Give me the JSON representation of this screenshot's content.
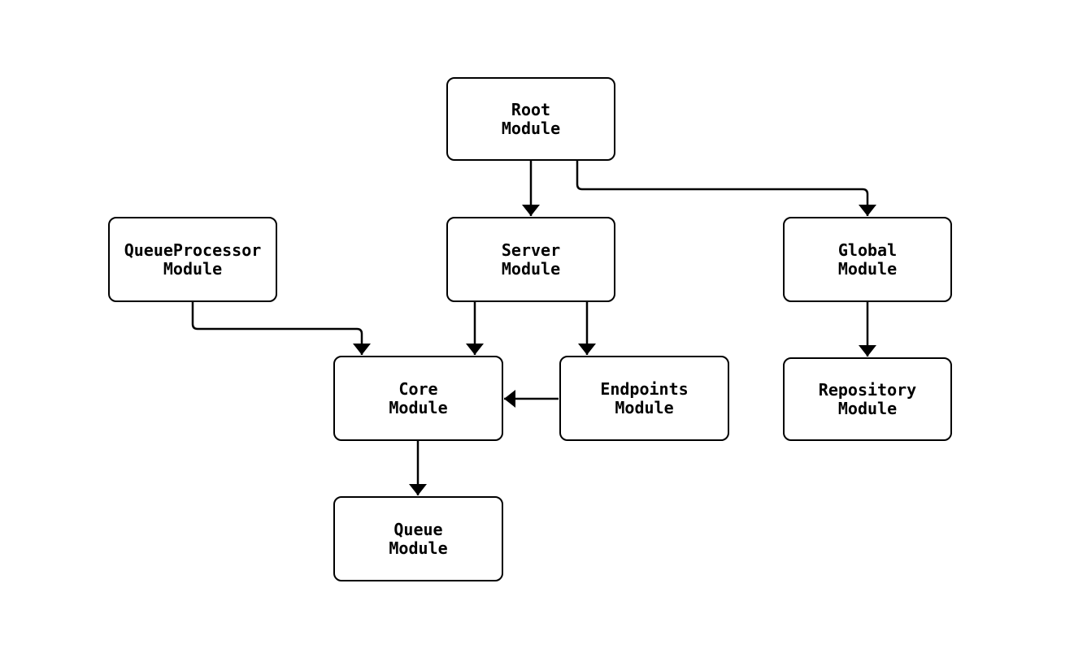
{
  "diagram": {
    "type": "flowchart",
    "background_color": "#ffffff",
    "stroke_color": "#000000",
    "text_color": "#000000",
    "node_fill_color": "#ffffff",
    "nodes": {
      "root": {
        "line1": "Root",
        "line2": "Module"
      },
      "queue_processor": {
        "line1": "QueueProcessor",
        "line2": "Module"
      },
      "server": {
        "line1": "Server",
        "line2": "Module"
      },
      "global": {
        "line1": "Global",
        "line2": "Module"
      },
      "core": {
        "line1": "Core",
        "line2": "Module"
      },
      "endpoints": {
        "line1": "Endpoints",
        "line2": "Module"
      },
      "repository": {
        "line1": "Repository",
        "line2": "Module"
      },
      "queue": {
        "line1": "Queue",
        "line2": "Module"
      }
    },
    "edges": [
      {
        "from": "Root Module",
        "to": "Server Module"
      },
      {
        "from": "Root Module",
        "to": "Global Module"
      },
      {
        "from": "QueueProcessor Module",
        "to": "Core Module"
      },
      {
        "from": "Server Module",
        "to": "Core Module"
      },
      {
        "from": "Server Module",
        "to": "Endpoints Module"
      },
      {
        "from": "Endpoints Module",
        "to": "Core Module"
      },
      {
        "from": "Global Module",
        "to": "Repository Module"
      },
      {
        "from": "Core Module",
        "to": "Queue Module"
      }
    ]
  }
}
